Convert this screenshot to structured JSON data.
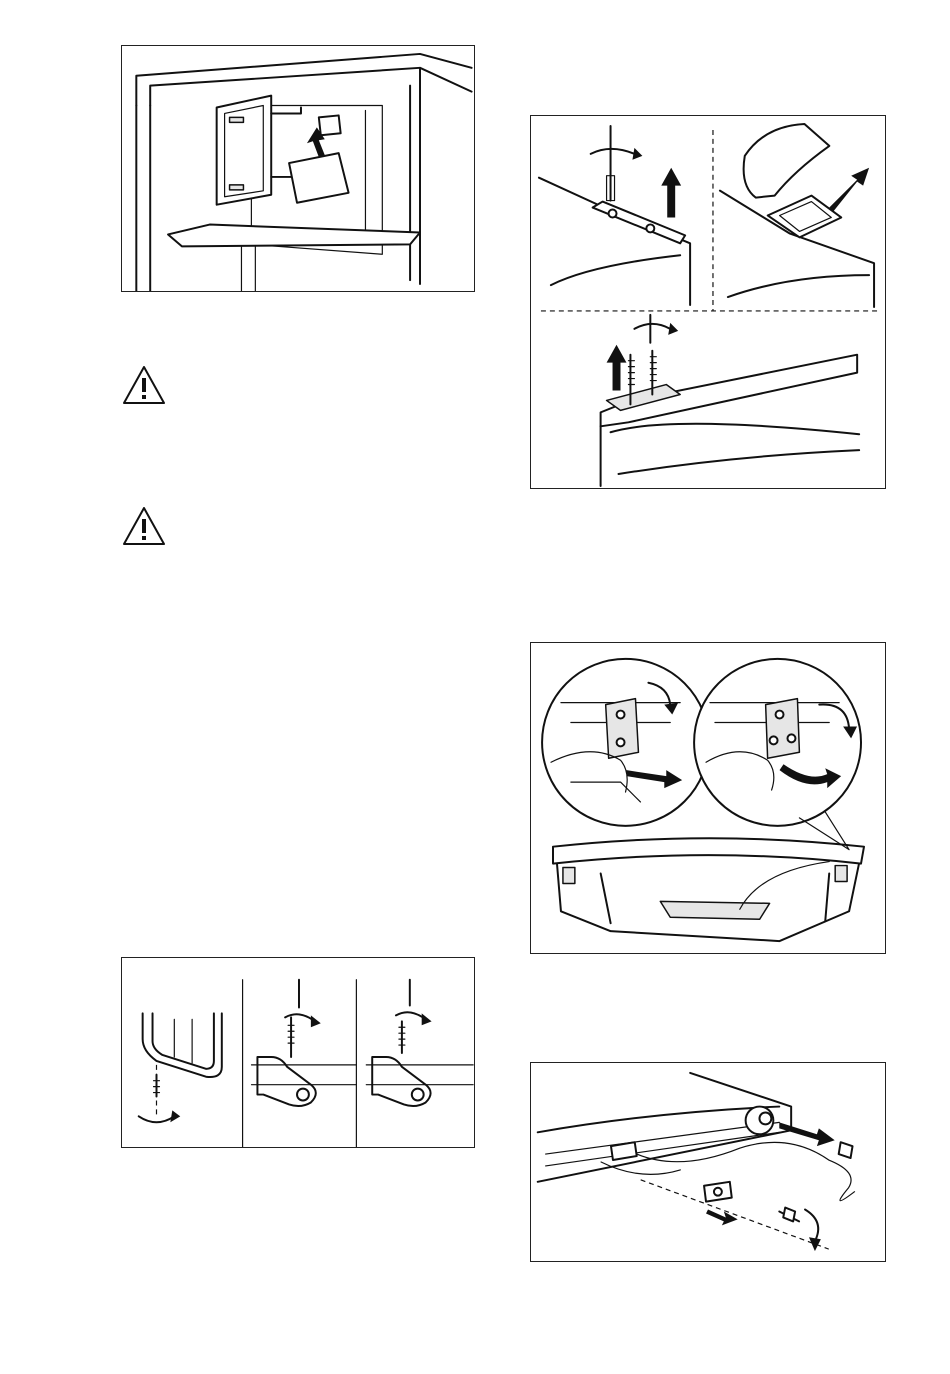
{
  "page": {
    "background": "#ffffff",
    "line_color": "#111111"
  },
  "figures": [
    {
      "name": "figure-shelf-box-removal",
      "icon": "interior-door-shelf-illustration"
    },
    {
      "name": "figure-top-hinge-removal",
      "icon": "top-hinge-cover-illustration"
    },
    {
      "name": "figure-door-cable-disconnect",
      "icon": "door-cable-connector-illustration"
    },
    {
      "name": "figure-bottom-hinge-pin",
      "icon": "bottom-hinge-pin-illustration"
    },
    {
      "name": "figure-cable-routing",
      "icon": "cable-routing-illustration"
    }
  ],
  "warnings": [
    {
      "icon": "warning-triangle-icon",
      "glyph": "!"
    },
    {
      "icon": "warning-triangle-icon",
      "glyph": "!"
    }
  ]
}
